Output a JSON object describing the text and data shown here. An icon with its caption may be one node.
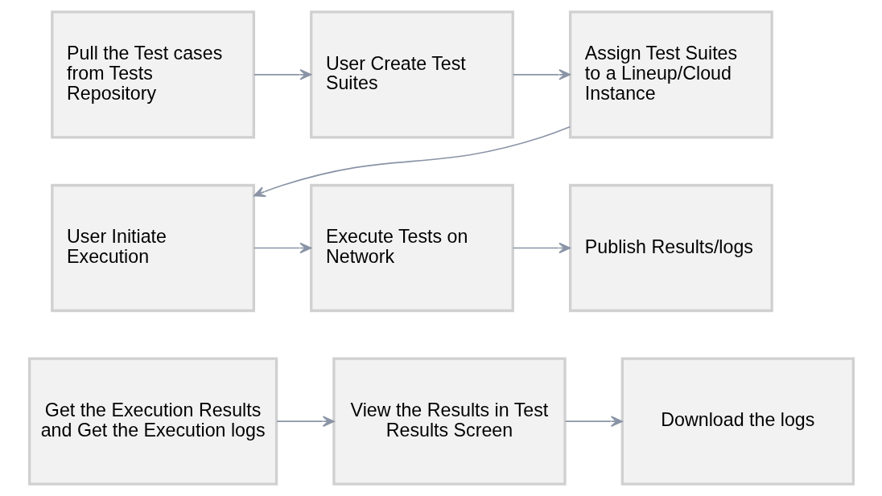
{
  "diagram": {
    "nodes": [
      {
        "text": [
          "Pull the Test cases from Tests Repository"
        ]
      },
      {
        "text": [
          "User Create Test Suites"
        ]
      },
      {
        "text": [
          "Assign Test Suites to a Lineup/Cloud Instance"
        ]
      },
      {
        "text": [
          "User Initiate Execution"
        ]
      },
      {
        "text": [
          "Execute Tests on Network"
        ]
      },
      {
        "text": [
          "Publish Results/logs"
        ]
      },
      {
        "text": [
          "Get the Execution Results and Get the Execution logs"
        ]
      },
      {
        "text": [
          "View the Results in Test Results Screen"
        ]
      },
      {
        "text": [
          "Download the logs"
        ]
      }
    ],
    "edges": [
      {
        "from": 0,
        "to": 1,
        "arrow": "to"
      },
      {
        "from": 1,
        "to": 2,
        "arrow": "to"
      },
      {
        "from": 2,
        "to": 3,
        "arrow": "to"
      },
      {
        "from": 3,
        "to": 4,
        "arrow": "to"
      },
      {
        "from": 4,
        "to": 5,
        "arrow": "to"
      },
      {
        "from": 6,
        "to": 7,
        "arrow": "to"
      },
      {
        "from": 7,
        "to": 8,
        "arrow": "to"
      }
    ]
  }
}
